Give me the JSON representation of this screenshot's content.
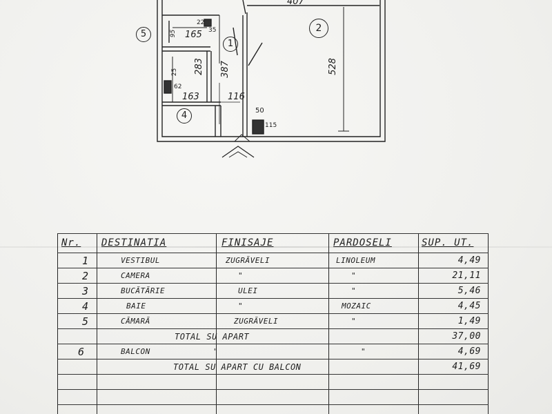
{
  "plan": {
    "dims": {
      "top": "407",
      "right": "528",
      "pantry_w": "165",
      "pantry_h": "95",
      "kitchen_h": "283",
      "kitchen_w": "163",
      "hall_h": "387",
      "hall_w": "116"
    },
    "marks": {
      "m1a": "22",
      "m1b": "35",
      "m2": "62",
      "m3": "25",
      "m4": "50",
      "m5": "115"
    },
    "rooms": {
      "r1": "1",
      "r2": "2",
      "r4": "4",
      "r5": "5"
    }
  },
  "table": {
    "headers": {
      "nr": "Nr.",
      "dest": "DESTINATIA",
      "fin": "FINISAJE",
      "pard": "PARDOSELI",
      "sup": "SUP. UT."
    },
    "rows": [
      {
        "nr": "1",
        "dest": "VESTIBUL",
        "fin": "ZUGRĂVELI",
        "pard": "LINOLEUM",
        "sup": "4,49"
      },
      {
        "nr": "2",
        "dest": "CAMERA",
        "fin": "\"",
        "pard": "\"",
        "sup": "21,11"
      },
      {
        "nr": "3",
        "dest": "BUCĂTĂRIE",
        "fin": "ULEI",
        "pard": "\"",
        "sup": "5,46"
      },
      {
        "nr": "4",
        "dest": "BAIE",
        "fin": "\"",
        "pard": "MOZAIC",
        "sup": "4,45"
      },
      {
        "nr": "5",
        "dest": "CĂMARĂ",
        "fin": "ZUGRĂVELI",
        "pard": "\"",
        "sup": "1,49"
      },
      {
        "nr": "",
        "dest": "TOTAL SU APART",
        "fin": "",
        "pard": "",
        "sup": "37,00"
      },
      {
        "nr": "6",
        "dest": "BALCON",
        "fin": "\"",
        "pard": "\"",
        "sup": "4,69"
      },
      {
        "nr": "",
        "dest": "TOTAL SU APART CU BALCON",
        "fin": "",
        "pard": "",
        "sup": "41,69"
      }
    ]
  }
}
